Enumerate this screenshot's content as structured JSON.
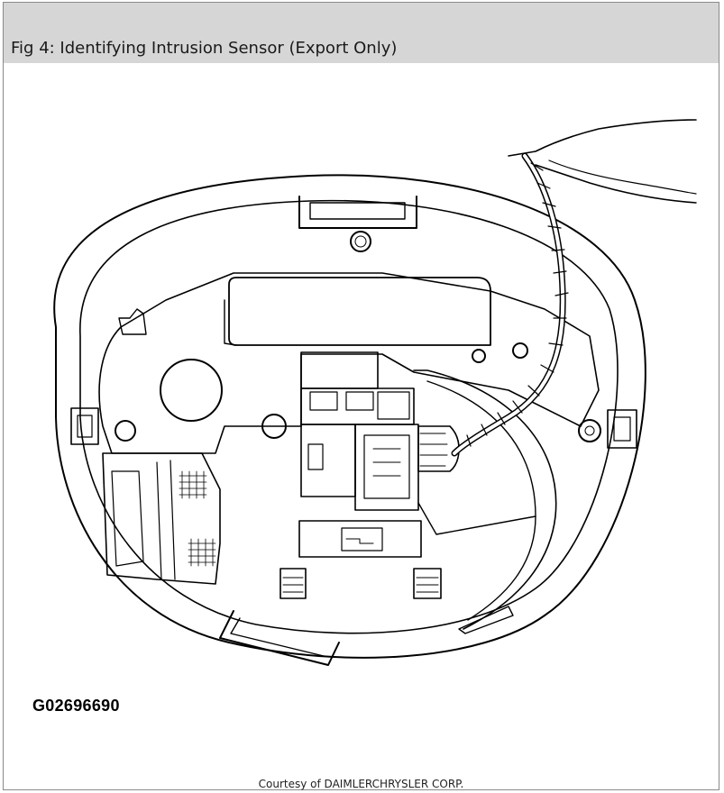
{
  "header": {
    "title": "Fig 4: Identifying Intrusion Sensor (Export Only)"
  },
  "figure": {
    "code": "G02696690",
    "credit": "Courtesy of DAIMLERCHRYSLER CORP."
  },
  "colors": {
    "header_bg": "#d6d6d6",
    "line": "#000000"
  }
}
